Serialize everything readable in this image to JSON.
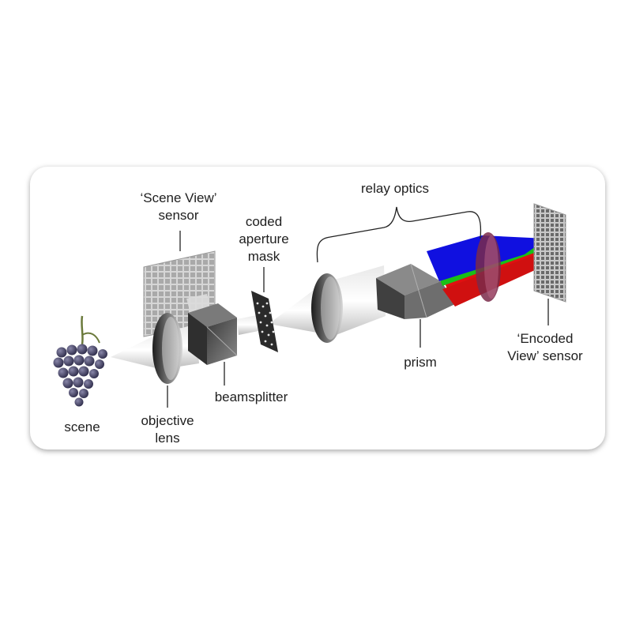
{
  "labels": {
    "scene_view_line1": "‘Scene View’",
    "scene_view_line2": "sensor",
    "coded_line1": "coded",
    "coded_line2": "aperture",
    "coded_line3": "mask",
    "relay_optics": "relay optics",
    "scene": "scene",
    "objective_line1": "objective",
    "objective_line2": "lens",
    "beamsplitter": "beamsplitter",
    "prism": "prism",
    "encoded_line1": "‘Encoded",
    "encoded_line2": "View’ sensor"
  },
  "colors": {
    "beam_blue": "#1010e0",
    "beam_green": "#18c018",
    "beam_red": "#e01010",
    "grape": "#4a4868",
    "sensor": "#b8b8b8"
  }
}
